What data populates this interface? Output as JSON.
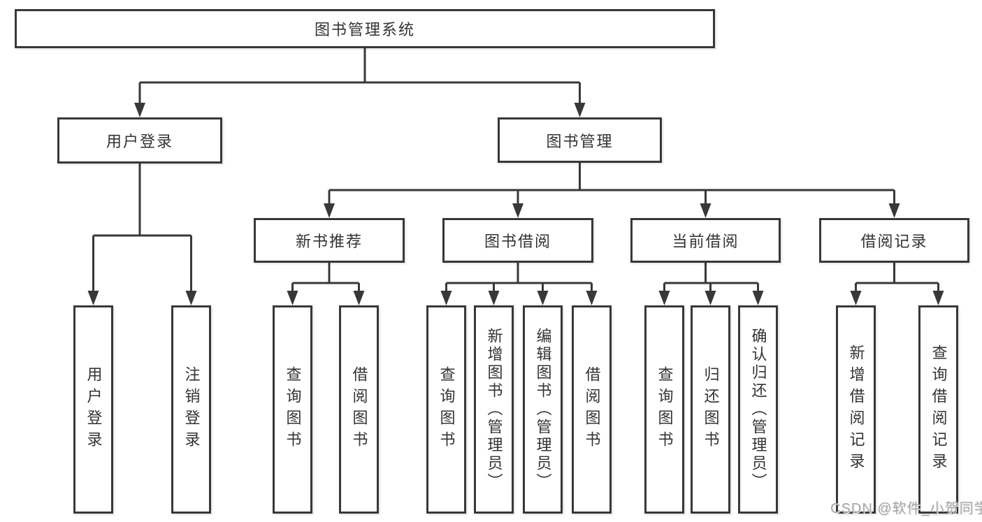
{
  "diagram_title": "图书管理系统",
  "colors": {
    "line": "#383838",
    "box_border": "#383838",
    "text": "#333333",
    "background": "#ffffff",
    "watermark": "#a9a9a9"
  },
  "watermark": "CSDN @软件_小贺同学",
  "nodes": [
    {
      "id": "root",
      "label": "图书管理系统",
      "parent": null
    },
    {
      "id": "login",
      "label": "用户登录",
      "parent": "root"
    },
    {
      "id": "bookmgmt",
      "label": "图书管理",
      "parent": "root"
    },
    {
      "id": "userlogin",
      "label": "用户登录",
      "parent": "login",
      "vertical": true
    },
    {
      "id": "logout",
      "label": "注销登录",
      "parent": "login",
      "vertical": true
    },
    {
      "id": "newbook",
      "label": "新书推荐",
      "parent": "bookmgmt"
    },
    {
      "id": "borrow",
      "label": "图书借阅",
      "parent": "bookmgmt"
    },
    {
      "id": "current",
      "label": "当前借阅",
      "parent": "bookmgmt"
    },
    {
      "id": "records",
      "label": "借阅记录",
      "parent": "bookmgmt"
    },
    {
      "id": "nb_query",
      "label": "查询图书",
      "parent": "newbook",
      "vertical": true
    },
    {
      "id": "nb_borrow",
      "label": "借阅图书",
      "parent": "newbook",
      "vertical": true
    },
    {
      "id": "bw_query",
      "label": "查询图书",
      "parent": "borrow",
      "vertical": true
    },
    {
      "id": "bw_add",
      "label": "新增图书（管理员）",
      "parent": "borrow",
      "vertical": true
    },
    {
      "id": "bw_edit",
      "label": "编辑图书（管理员）",
      "parent": "borrow",
      "vertical": true
    },
    {
      "id": "bw_borrow",
      "label": "借阅图书",
      "parent": "borrow",
      "vertical": true
    },
    {
      "id": "cu_query",
      "label": "查询图书",
      "parent": "current",
      "vertical": true
    },
    {
      "id": "cu_return",
      "label": "归还图书",
      "parent": "current",
      "vertical": true
    },
    {
      "id": "cu_confirm",
      "label": "确认归还（管理员）",
      "parent": "current",
      "vertical": true
    },
    {
      "id": "rc_add",
      "label": "新增借阅记录",
      "parent": "records",
      "vertical": true
    },
    {
      "id": "rc_query",
      "label": "查询借阅记录",
      "parent": "records",
      "vertical": true
    }
  ]
}
